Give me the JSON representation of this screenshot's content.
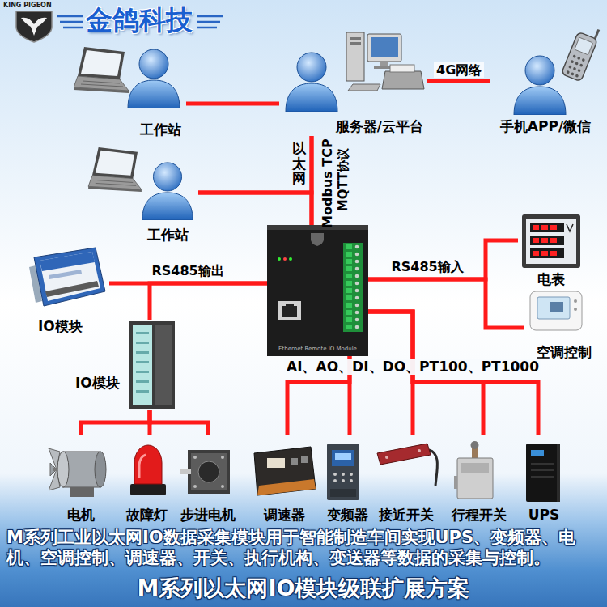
{
  "diagram": {
    "title": "M系列以太网IO模块级联扩展方案",
    "caption": "M系列工业以太网IO数据采集模块用于智能制造车间实现UPS、变频器、电机、空调控制、调速器、开关、执行机构、变送器等数据的采集与控制。",
    "nodes": [
      {
        "text": [
          "工作站"
        ]
      },
      {
        "text": [
          "服务器/云平台"
        ]
      },
      {
        "text": [
          "手机APP/微信"
        ]
      },
      {
        "text": [
          "工作站"
        ]
      },
      {
        "text": [
          "IO模块"
        ]
      },
      {
        "text": [
          "Ethernet Remote IO Module"
        ]
      },
      {
        "text": [
          "IO模块"
        ]
      },
      {
        "text": [
          "电表"
        ]
      },
      {
        "text": [
          "空调控制"
        ]
      },
      {
        "text": [
          "电机"
        ]
      },
      {
        "text": [
          "故障灯"
        ]
      },
      {
        "text": [
          "步进电机"
        ]
      },
      {
        "text": [
          "调速器"
        ]
      },
      {
        "text": [
          "变频器"
        ]
      },
      {
        "text": [
          "接近开关"
        ]
      },
      {
        "text": [
          "行程开关"
        ]
      },
      {
        "text": [
          "UPS"
        ]
      }
    ],
    "edges": [
      {
        "from": 0,
        "to": 1,
        "arrow": "none"
      },
      {
        "from": 1,
        "to": 2,
        "label": "4G网络",
        "arrow": "none"
      },
      {
        "from": 1,
        "to": 5,
        "arrow": "none"
      },
      {
        "from": 3,
        "to": 1,
        "arrow": "none"
      },
      {
        "from": 3,
        "to": 5,
        "arrow": "none"
      },
      {
        "from": 5,
        "to": 4,
        "label": "RS485输出",
        "arrow": "none"
      },
      {
        "from": 5,
        "to": 6,
        "arrow": "none"
      },
      {
        "from": 5,
        "to": 7,
        "label": "RS485输入",
        "arrow": "none"
      },
      {
        "from": 5,
        "to": 8,
        "arrow": "none"
      },
      {
        "from": 6,
        "to": 9,
        "arrow": "none"
      },
      {
        "from": 6,
        "to": 10,
        "arrow": "none"
      },
      {
        "from": 6,
        "to": 11,
        "arrow": "none"
      },
      {
        "from": 5,
        "to": 12,
        "arrow": "none"
      },
      {
        "from": 5,
        "to": 13,
        "arrow": "none"
      },
      {
        "from": 5,
        "to": 14,
        "arrow": "none"
      },
      {
        "from": 5,
        "to": 15,
        "arrow": "none"
      },
      {
        "from": 5,
        "to": 16,
        "arrow": "none"
      }
    ],
    "labels": [
      "KING PIGEON",
      "金鸽科技",
      "以太网",
      "Modbus TCP",
      "MQTT协议",
      "AI、AO、DI、DO、PT100、PT1000"
    ]
  }
}
